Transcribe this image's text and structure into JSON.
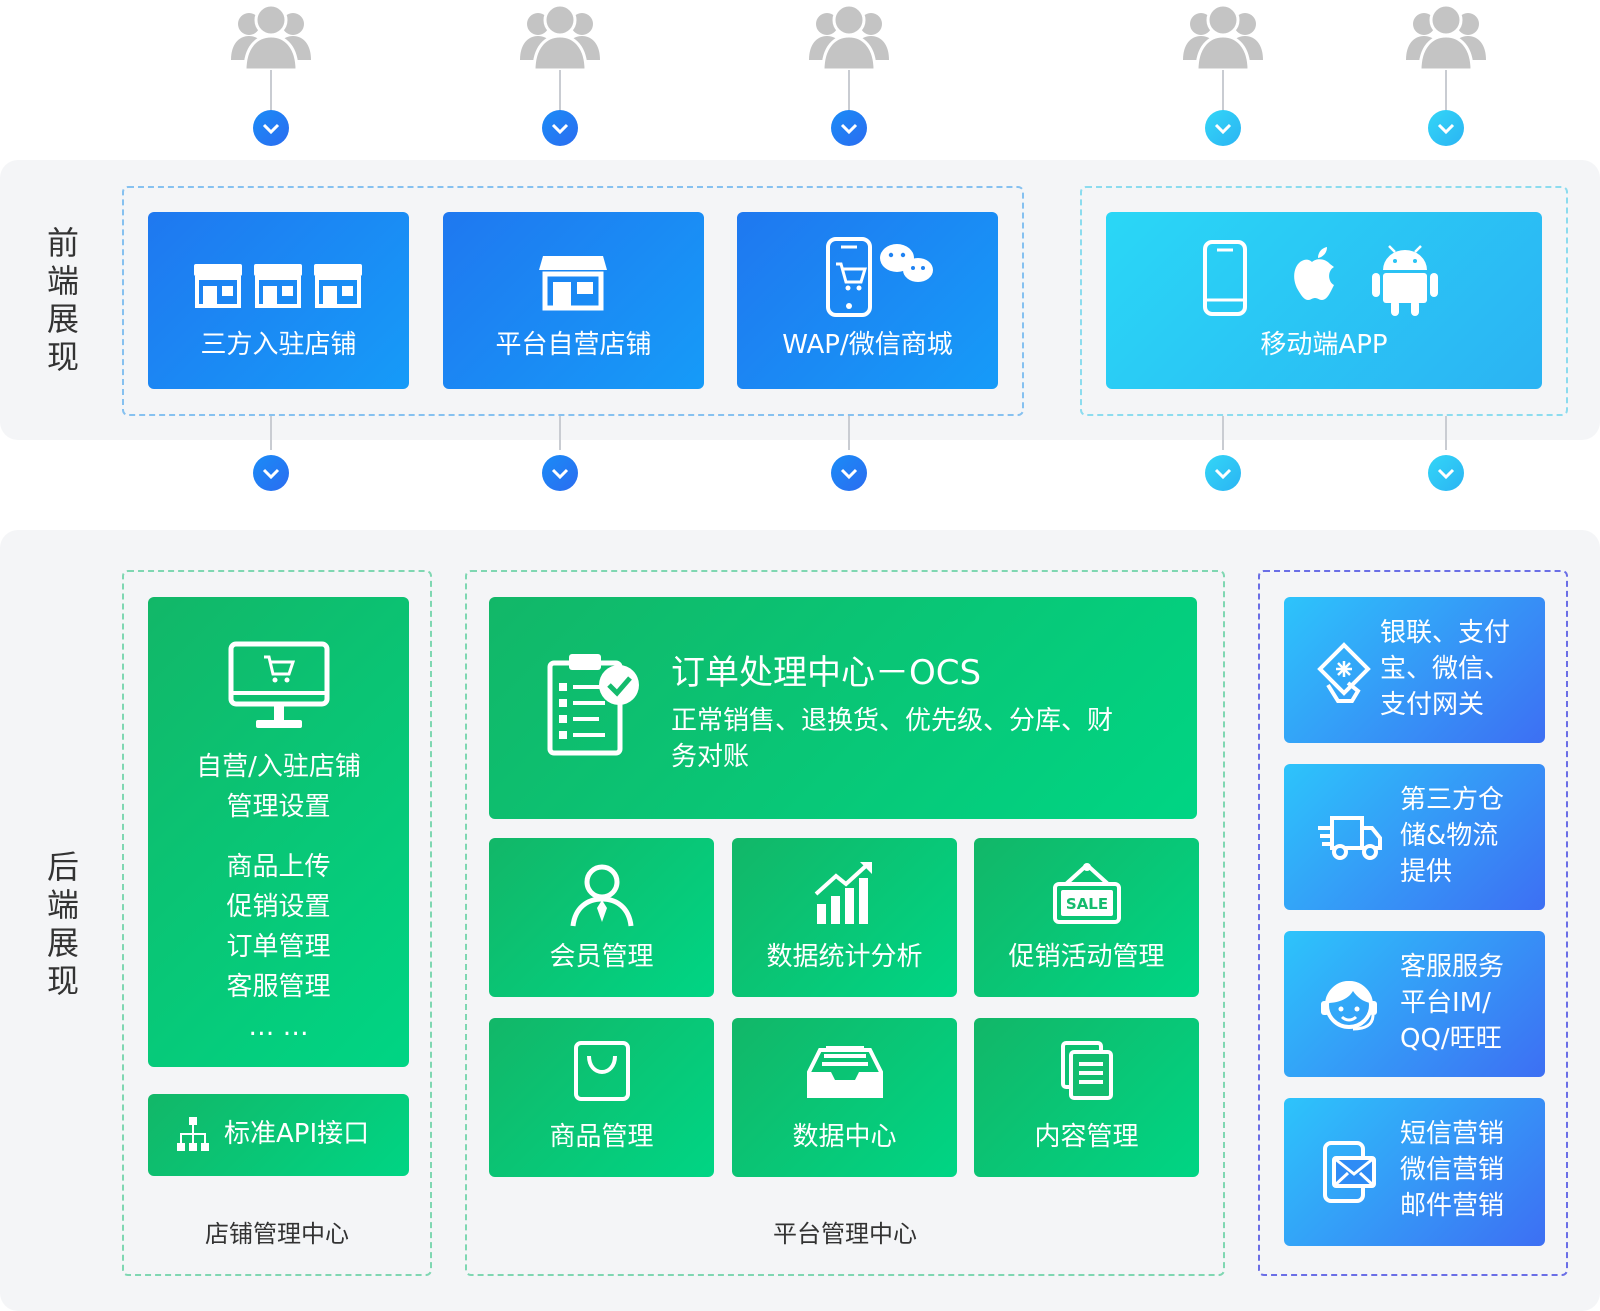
{
  "sections": {
    "front": "前端展现",
    "back": "后端展现"
  },
  "front_cards": [
    {
      "label": "三方入驻店铺",
      "icon": "store-row-icon"
    },
    {
      "label": "平台自营店铺",
      "icon": "store-icon"
    },
    {
      "label": "WAP/微信商城",
      "icon": "phone-cart-wechat-icon"
    },
    {
      "label": "移动端APP",
      "icon": "phone-apple-android-icon"
    }
  ],
  "store_center": {
    "title": "自营/入驻店铺\n管理设置",
    "items": "商品上传\n促销设置\n订单管理\n客服管理\n… …",
    "api": "标准API接口",
    "caption": "店铺管理中心"
  },
  "platform_center": {
    "ocs_title": "订单处理中心－OCS",
    "ocs_desc": "正常销售、退换货、优先级、分库、财\n务对账",
    "modules": [
      "会员管理",
      "数据统计分析",
      "促销活动管理",
      "商品管理",
      "数据中心",
      "内容管理"
    ],
    "caption": "平台管理中心"
  },
  "services": [
    {
      "label": "银联、支付\n宝、微信、\n支付网关",
      "icon": "payment-card-icon"
    },
    {
      "label": "第三方仓\n储&物流\n提供",
      "icon": "delivery-truck-icon"
    },
    {
      "label": "客服服务\n平台IM/\nQQ/旺旺",
      "icon": "customer-service-icon"
    },
    {
      "label": "短信营销\n微信营销\n邮件营销",
      "icon": "phone-mail-icon"
    }
  ],
  "colors": {
    "blue": "#1f78f0",
    "cyan": "#2ad7f6",
    "green": "#12b768",
    "indigo": "#3d6ff3"
  }
}
